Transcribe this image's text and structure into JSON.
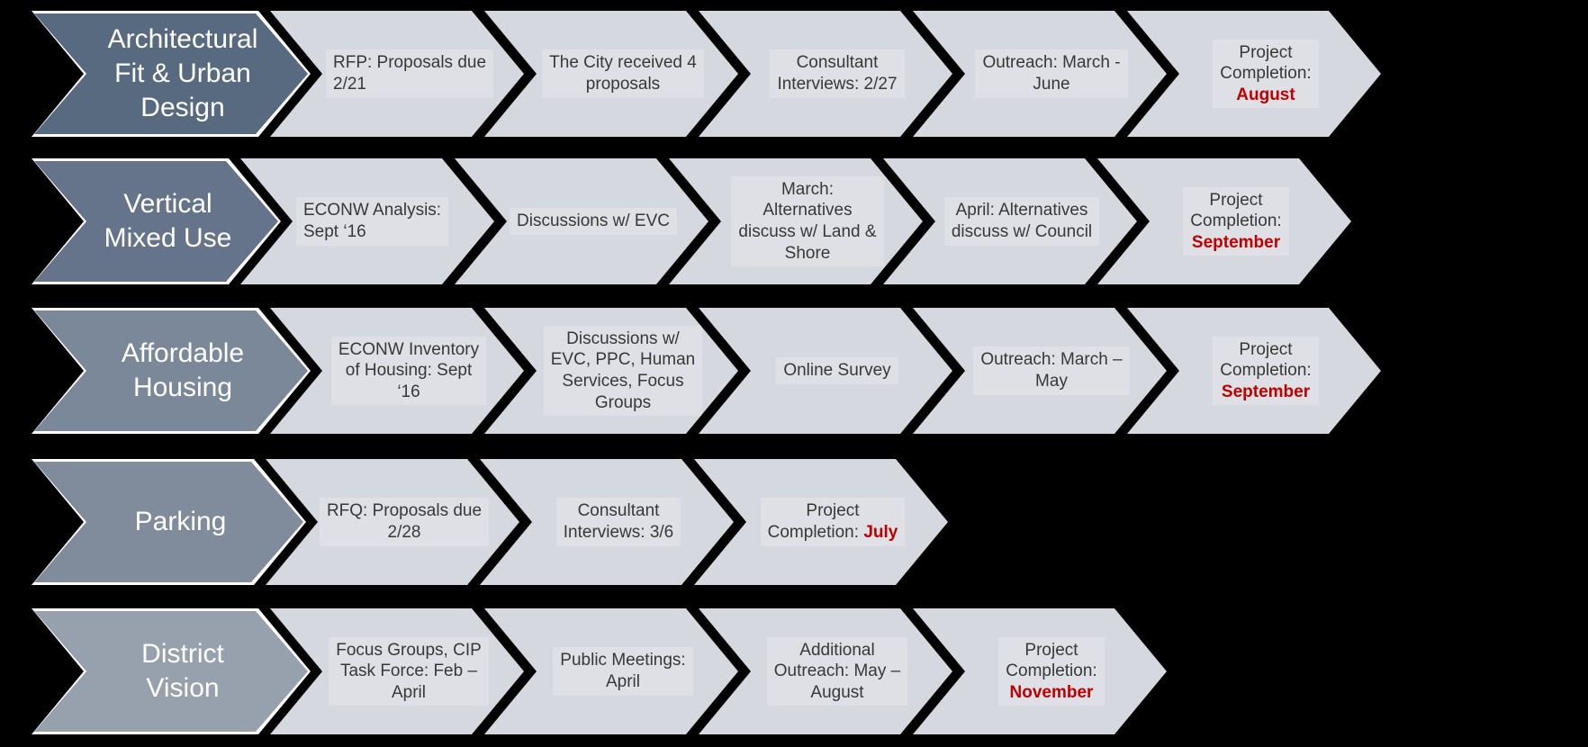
{
  "colors": {
    "background": "#000000",
    "chevron_light": "#d5d8de",
    "step_text": "#383838",
    "highlight_red": "#c00000",
    "header_text": "#ffffff",
    "header_border": "#ffffff",
    "header_fills": [
      "#586a7f",
      "#65748a",
      "#7b8899",
      "#808c9c",
      "#97a0ad"
    ]
  },
  "rows": [
    {
      "title": "Architectural Fit & Urban Design",
      "title_lines": [
        "Architectural",
        "Fit & Urban",
        "Design"
      ],
      "steps": [
        {
          "align": "left",
          "lines": [
            [
              {
                "t": "RFP: Proposals due"
              }
            ],
            [
              {
                "t": "2/21"
              }
            ]
          ]
        },
        {
          "lines": [
            [
              {
                "t": "The City received 4"
              }
            ],
            [
              {
                "t": "proposals"
              }
            ]
          ]
        },
        {
          "lines": [
            [
              {
                "t": "Consultant"
              }
            ],
            [
              {
                "t": "Interviews: 2/27"
              }
            ]
          ]
        },
        {
          "lines": [
            [
              {
                "t": "Outreach: March -"
              }
            ],
            [
              {
                "t": "June"
              }
            ]
          ]
        },
        {
          "lines": [
            [
              {
                "t": "Project"
              }
            ],
            [
              {
                "t": "Completion:"
              }
            ],
            [
              {
                "t": "August",
                "red": true
              }
            ]
          ]
        }
      ]
    },
    {
      "title": "Vertical Mixed Use",
      "title_lines": [
        "Vertical",
        "Mixed Use"
      ],
      "steps": [
        {
          "align": "left",
          "lines": [
            [
              {
                "t": "ECONW Analysis:"
              }
            ],
            [
              {
                "t": "Sept ‘16"
              }
            ]
          ]
        },
        {
          "lines": [
            [
              {
                "t": "Discussions w/ EVC"
              }
            ]
          ]
        },
        {
          "lines": [
            [
              {
                "t": "March:"
              }
            ],
            [
              {
                "t": "Alternatives"
              }
            ],
            [
              {
                "t": "discuss w/ Land &"
              }
            ],
            [
              {
                "t": "Shore"
              }
            ]
          ]
        },
        {
          "lines": [
            [
              {
                "t": "April: Alternatives"
              }
            ],
            [
              {
                "t": "discuss w/ Council"
              }
            ]
          ]
        },
        {
          "lines": [
            [
              {
                "t": "Project"
              }
            ],
            [
              {
                "t": "Completion:"
              }
            ],
            [
              {
                "t": "September",
                "red": true
              }
            ]
          ]
        }
      ]
    },
    {
      "title": "Affordable Housing",
      "title_lines": [
        "Affordable",
        "Housing"
      ],
      "steps": [
        {
          "lines": [
            [
              {
                "t": "ECONW Inventory"
              }
            ],
            [
              {
                "t": "of Housing: Sept"
              }
            ],
            [
              {
                "t": "‘16"
              }
            ]
          ]
        },
        {
          "lines": [
            [
              {
                "t": "Discussions w/"
              }
            ],
            [
              {
                "t": "EVC, PPC, Human"
              }
            ],
            [
              {
                "t": "Services, Focus"
              }
            ],
            [
              {
                "t": "Groups"
              }
            ]
          ]
        },
        {
          "lines": [
            [
              {
                "t": "Online Survey"
              }
            ]
          ]
        },
        {
          "lines": [
            [
              {
                "t": "Outreach: March –"
              }
            ],
            [
              {
                "t": "May"
              }
            ]
          ]
        },
        {
          "lines": [
            [
              {
                "t": "Project"
              }
            ],
            [
              {
                "t": "Completion:"
              }
            ],
            [
              {
                "t": "September",
                "red": true
              }
            ]
          ]
        }
      ]
    },
    {
      "title": "Parking",
      "title_lines": [
        "Parking"
      ],
      "steps": [
        {
          "lines": [
            [
              {
                "t": "RFQ: Proposals due"
              }
            ],
            [
              {
                "t": "2/28"
              }
            ]
          ]
        },
        {
          "lines": [
            [
              {
                "t": "Consultant"
              }
            ],
            [
              {
                "t": "Interviews: 3/6"
              }
            ]
          ]
        },
        {
          "lines": [
            [
              {
                "t": "Project"
              }
            ],
            [
              {
                "t": "Completion: "
              },
              {
                "t": "July",
                "red": true
              }
            ]
          ]
        }
      ]
    },
    {
      "title": "District Vision",
      "title_lines": [
        "District",
        "Vision"
      ],
      "steps": [
        {
          "lines": [
            [
              {
                "t": "Focus Groups, CIP"
              }
            ],
            [
              {
                "t": "Task Force: Feb –"
              }
            ],
            [
              {
                "t": "April"
              }
            ]
          ]
        },
        {
          "lines": [
            [
              {
                "t": "Public Meetings:"
              }
            ],
            [
              {
                "t": "April"
              }
            ]
          ]
        },
        {
          "lines": [
            [
              {
                "t": "Additional"
              }
            ],
            [
              {
                "t": "Outreach: May –"
              }
            ],
            [
              {
                "t": "August"
              }
            ]
          ]
        },
        {
          "lines": [
            [
              {
                "t": "Project"
              }
            ],
            [
              {
                "t": "Completion:"
              }
            ],
            [
              {
                "t": "November",
                "red": true
              }
            ]
          ]
        }
      ]
    }
  ]
}
